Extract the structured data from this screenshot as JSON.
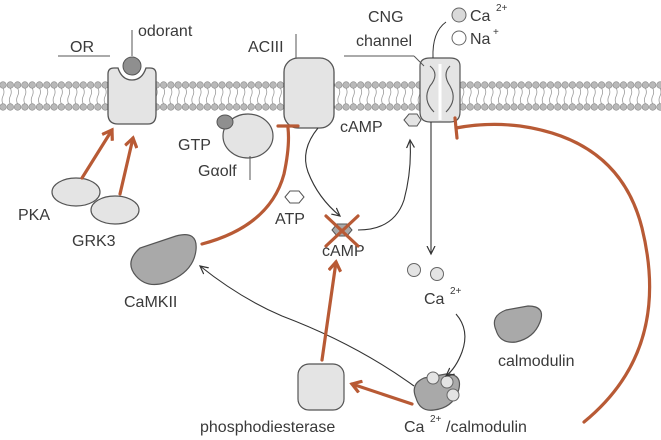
{
  "labels": {
    "or": "OR",
    "odorant": "odorant",
    "aciii": "ACIII",
    "cng_channel_line1": "CNG",
    "cng_channel_line2": "channel",
    "ca_ion": "Ca",
    "ca_ion_sup": "2+",
    "na_ion": "Na",
    "na_ion_sup": "+",
    "camp_channel": "cAMP",
    "gtp": "GTP",
    "galpha_olf": "Gαolf",
    "pka": "PKA",
    "grk3": "GRK3",
    "atp": "ATP",
    "camp_center": "cAMP",
    "camkii": "CaMKII",
    "ca_intracellular": "Ca",
    "ca_intracellular_sup": "2+",
    "calmodulin": "calmodulin",
    "phosphodiesterase": "phosphodiesterase",
    "ca_calmodulin_ca": "Ca",
    "ca_calmodulin_sup": "2+",
    "ca_calmodulin_rest": "/calmodulin"
  },
  "colors": {
    "inhibition_arrow": "#b85a35",
    "protein_fill": "#e4e4e4",
    "protein_fill_dark": "#a9a9a9",
    "protein_stroke": "#555555",
    "membrane_head": "#b9b9b9",
    "text": "#3a3a3a"
  }
}
